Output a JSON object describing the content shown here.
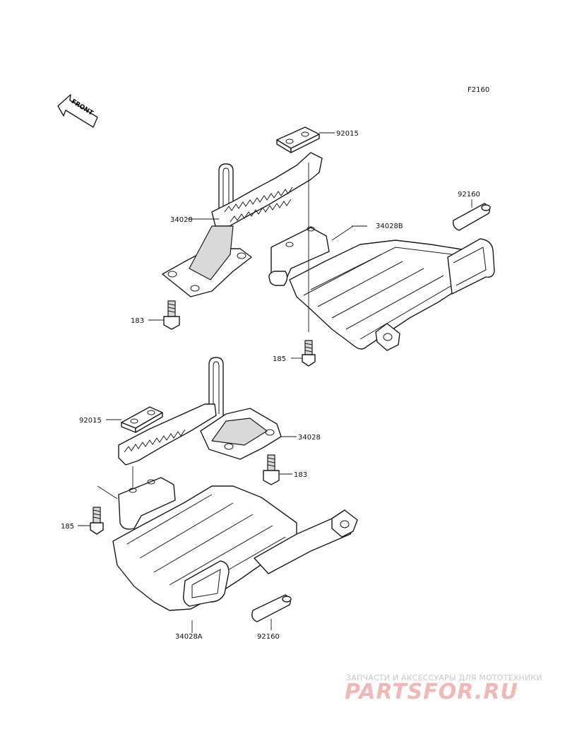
{
  "figure_code": "F2160",
  "front_label": "FRONT",
  "callouts": {
    "pad_upper": "92015",
    "spacer_upper": "92160",
    "step_upper": "34028",
    "guard_upper": "34028B",
    "bolt_183_upper": "183",
    "bolt_185_upper": "185",
    "pad_lower": "92015",
    "step_lower": "34028",
    "bolt_183_lower": "183",
    "bolt_185_lower": "185",
    "guard_lower": "34028A",
    "spacer_lower": "92160"
  },
  "watermark": {
    "tagline": "ЗАПЧАСТИ И АКСЕССУАРЫ ДЛЯ МОТОТЕХНИКИ",
    "logo": "PARTSFOR.RU"
  }
}
